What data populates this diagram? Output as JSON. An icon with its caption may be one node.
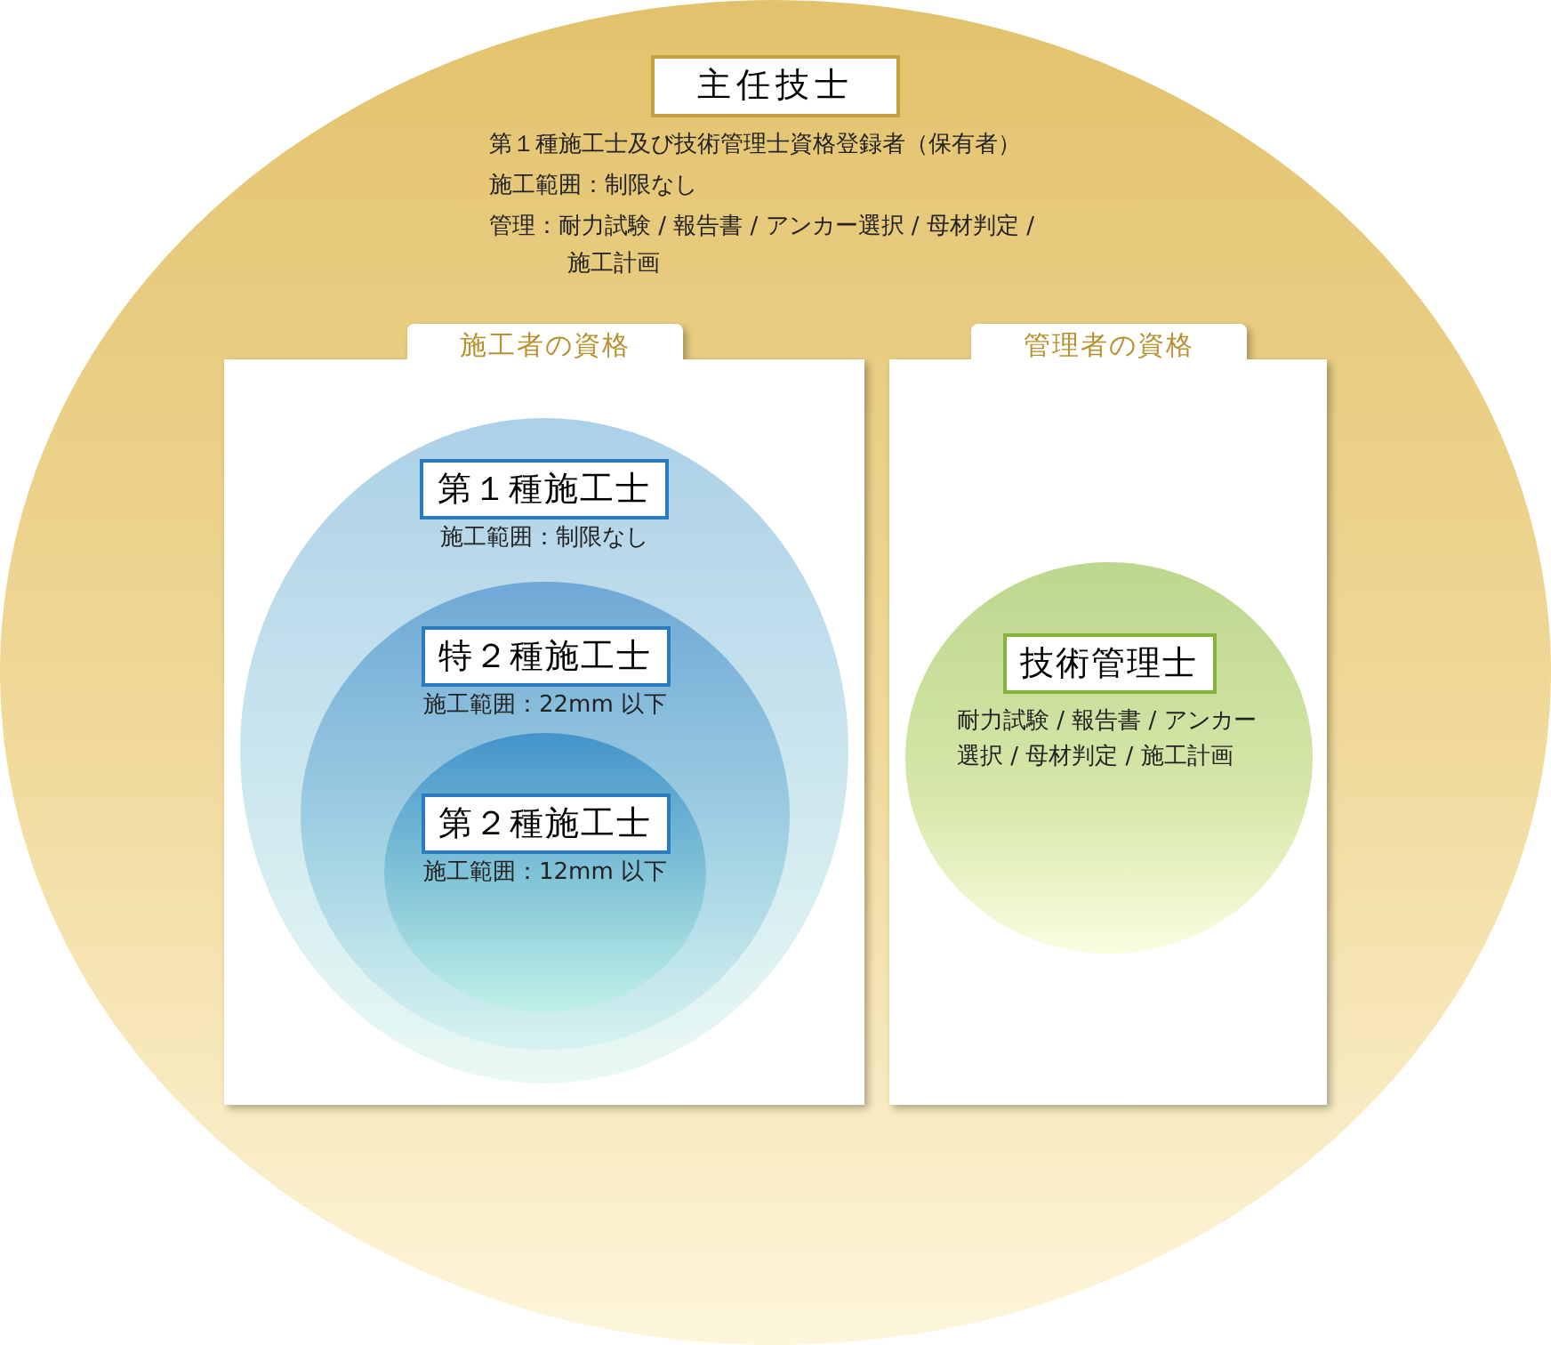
{
  "diagram": {
    "nodes": [
      {
        "text": [
          "主任技士",
          "第１種施工士及び技術管理士資格登録者（保有者）",
          "施工範囲：制限なし",
          "管理：耐力試験 / 報告書 / アンカー選択 / 母材判定 / 施工計画"
        ]
      },
      {
        "text": [
          "施工者の資格"
        ],
        "in": 0
      },
      {
        "text": [
          "第１種施工士",
          "施工範囲：制限なし"
        ],
        "in": 1
      },
      {
        "text": [
          "特２種施工士",
          "施工範囲：22mm 以下"
        ],
        "in": 2
      },
      {
        "text": [
          "第２種施工士",
          "施工範囲：12mm 以下"
        ],
        "in": 3
      },
      {
        "text": [
          "管理者の資格"
        ],
        "in": 0
      },
      {
        "text": [
          "技術管理士",
          "耐力試験 / 報告書 / アンカー選択 / 母材判定 / 施工計画"
        ],
        "in": 5
      }
    ]
  }
}
